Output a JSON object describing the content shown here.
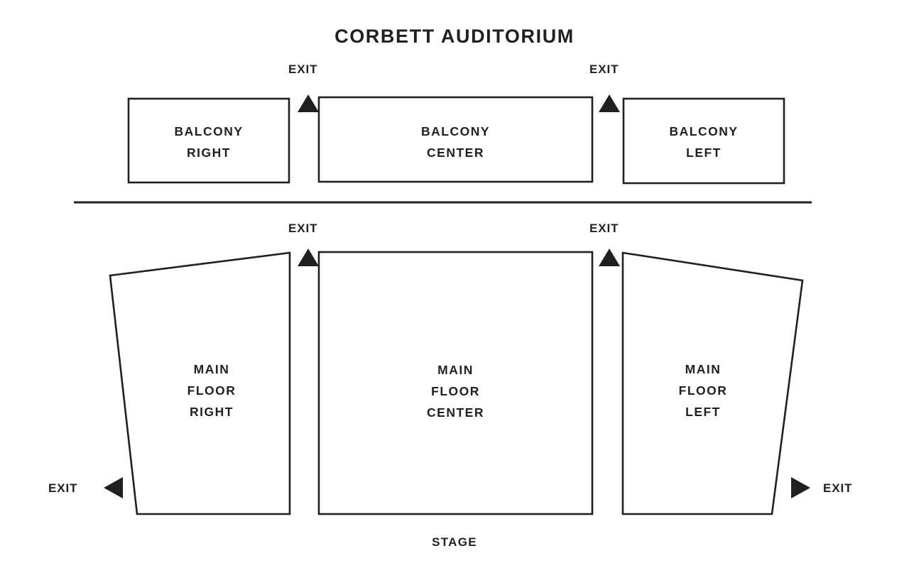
{
  "title": "CORBETT AUDITORIUM",
  "colors": {
    "ink": "#231f20",
    "background": "#ffffff"
  },
  "levels": {
    "balcony": {
      "sections": [
        {
          "id": "balcony-right",
          "line1": "BALCONY",
          "line2": "RIGHT"
        },
        {
          "id": "balcony-center",
          "line1": "BALCONY",
          "line2": "CENTER"
        },
        {
          "id": "balcony-left",
          "line1": "BALCONY",
          "line2": "LEFT"
        }
      ]
    },
    "main_floor": {
      "sections": [
        {
          "id": "main-floor-right",
          "line1": "MAIN",
          "line2": "FLOOR",
          "line3": "RIGHT"
        },
        {
          "id": "main-floor-center",
          "line1": "MAIN",
          "line2": "FLOOR",
          "line3": "CENTER"
        },
        {
          "id": "main-floor-left",
          "line1": "MAIN",
          "line2": "FLOOR",
          "line3": "LEFT"
        }
      ]
    }
  },
  "exits": {
    "balcony_left_gap": {
      "label": "EXIT",
      "icon": "triangle-up-icon"
    },
    "balcony_right_gap": {
      "label": "EXIT",
      "icon": "triangle-up-icon"
    },
    "main_left_gap": {
      "label": "EXIT",
      "icon": "triangle-up-icon"
    },
    "main_right_gap": {
      "label": "EXIT",
      "icon": "triangle-up-icon"
    },
    "main_far_left": {
      "label": "EXIT",
      "icon": "triangle-left-icon"
    },
    "main_far_right": {
      "label": "EXIT",
      "icon": "triangle-right-icon"
    }
  },
  "stage": {
    "label": "STAGE"
  }
}
